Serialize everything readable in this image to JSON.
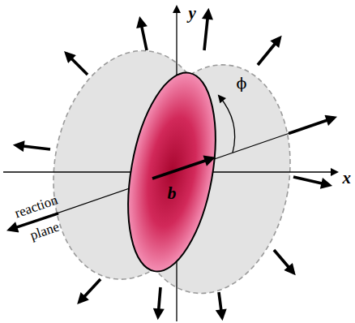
{
  "diagram": {
    "nodes": [
      {
        "text": [
          "b"
        ]
      }
    ],
    "labels": [
      "y",
      "x",
      "ϕ",
      "reaction plane"
    ]
  }
}
